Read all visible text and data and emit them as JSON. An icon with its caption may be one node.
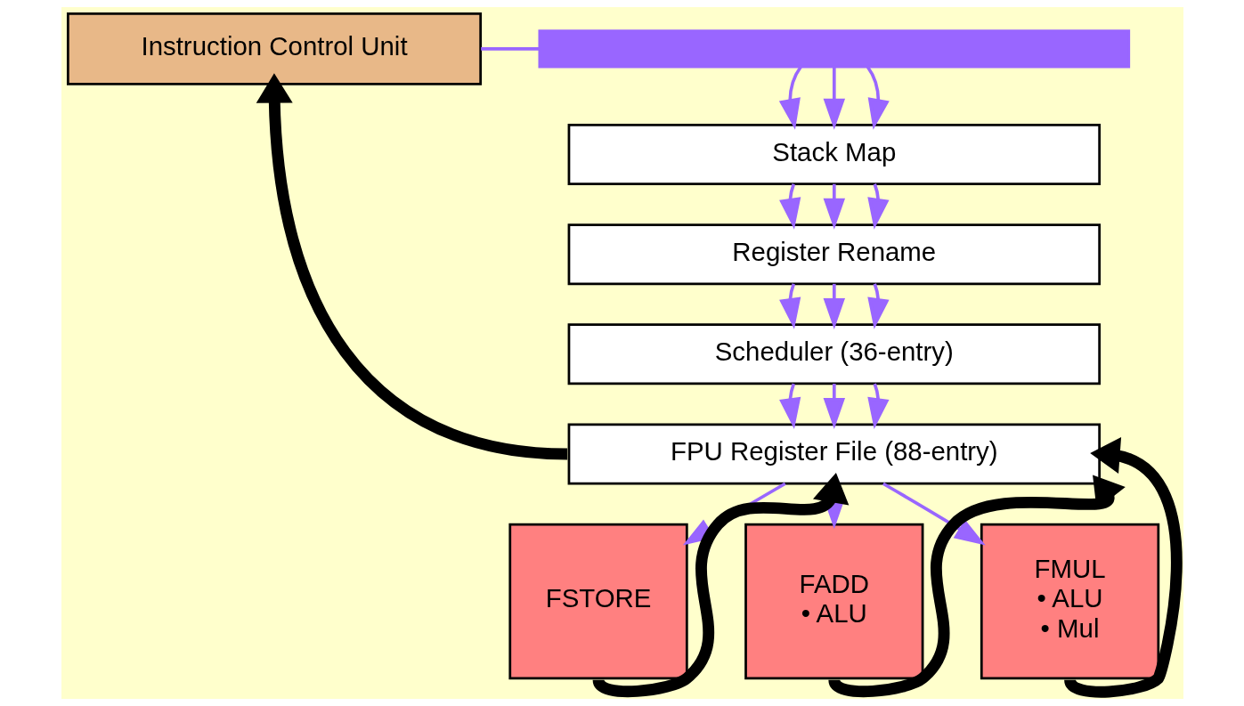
{
  "diagram": {
    "nodes": [
      {
        "text": [
          "Instruction Control Unit"
        ]
      },
      {
        "text": [],
        "shape": "bar"
      },
      {
        "text": [
          "Stack Map"
        ]
      },
      {
        "text": [
          "Register Rename"
        ]
      },
      {
        "text": [
          "Scheduler (36-entry)"
        ]
      },
      {
        "text": [
          "FPU Register File (88-entry)"
        ]
      },
      {
        "text": [
          "FSTORE"
        ]
      },
      {
        "text": [
          "FADD",
          "• ALU"
        ]
      },
      {
        "text": [
          "FMUL",
          "• ALU",
          "• Mul"
        ]
      }
    ],
    "edges": [
      {
        "from": 0,
        "to": 1,
        "arrow": "none"
      },
      {
        "from": 1,
        "to": 2,
        "arrow": "to"
      },
      {
        "from": 1,
        "to": 2,
        "arrow": "to"
      },
      {
        "from": 1,
        "to": 2,
        "arrow": "to"
      },
      {
        "from": 2,
        "to": 3,
        "arrow": "to"
      },
      {
        "from": 2,
        "to": 3,
        "arrow": "to"
      },
      {
        "from": 2,
        "to": 3,
        "arrow": "to"
      },
      {
        "from": 3,
        "to": 4,
        "arrow": "to"
      },
      {
        "from": 3,
        "to": 4,
        "arrow": "to"
      },
      {
        "from": 3,
        "to": 4,
        "arrow": "to"
      },
      {
        "from": 4,
        "to": 5,
        "arrow": "to"
      },
      {
        "from": 4,
        "to": 5,
        "arrow": "to"
      },
      {
        "from": 4,
        "to": 5,
        "arrow": "to"
      },
      {
        "from": 5,
        "to": 6,
        "arrow": "to"
      },
      {
        "from": 5,
        "to": 7,
        "arrow": "to"
      },
      {
        "from": 5,
        "to": 8,
        "arrow": "to"
      },
      {
        "from": 5,
        "to": 0,
        "arrow": "to",
        "style": "thick",
        "color": "#000000"
      },
      {
        "from": 6,
        "to": 5,
        "arrow": "to",
        "style": "thick",
        "color": "#000000"
      },
      {
        "from": 7,
        "to": 5,
        "arrow": "to",
        "style": "thick",
        "color": "#000000"
      },
      {
        "from": 8,
        "to": 5,
        "arrow": "to",
        "style": "thick",
        "color": "#000000"
      }
    ]
  }
}
